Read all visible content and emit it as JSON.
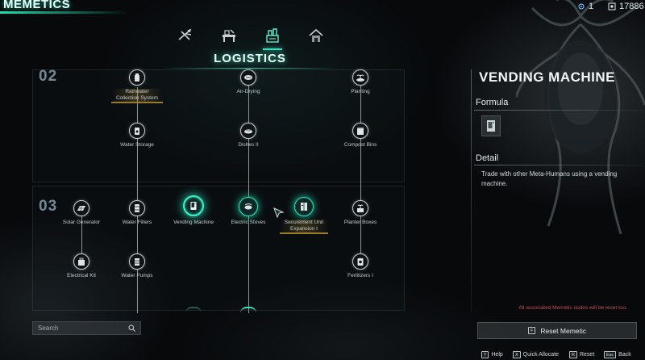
{
  "app_title": "MEMETICS",
  "currencies": [
    {
      "icon": "blueprint-point-icon",
      "value": "1"
    },
    {
      "icon": "memetic-point-icon",
      "value": "17886"
    }
  ],
  "category_tabs": [
    {
      "name": "survival",
      "icon": "crossbow-icon",
      "active": false
    },
    {
      "name": "production",
      "icon": "workbench-icon",
      "active": false
    },
    {
      "name": "logistics",
      "icon": "logistics-icon",
      "active": true
    },
    {
      "name": "construction",
      "icon": "house-icon",
      "active": false
    }
  ],
  "category_title": "LOGISTICS",
  "tiers": [
    {
      "label": "02"
    },
    {
      "label": "03"
    }
  ],
  "nodes": {
    "rainwater": "Rainwater\nCollection System",
    "air_drying": "Air-Drying",
    "planting": "Planting",
    "water_storage": "Water Storage",
    "dishes_ii": "Dishes II",
    "compost_bins": "Compost Bins",
    "solar_generator": "Solar Generator",
    "water_filters": "Water Filters",
    "vending_machine": "Vending Machine",
    "electric_stoves": "Electric Stoves",
    "securement_unit": "Securement Unit\nExpansion I",
    "planter_boxes": "Planter Boxes",
    "electrical_kit": "Electrical Kit",
    "water_pumps": "Water Pumps",
    "fertilizers_i": "Fertilizers I"
  },
  "search": {
    "placeholder": "Search"
  },
  "detail": {
    "title": "VENDING MACHINE",
    "formula_label": "Formula",
    "detail_label": "Detail",
    "description": "Trade with other Meta-Humans using a vending machine.",
    "warning": "All associated Memetic nodes will be reset too.",
    "reset_key": "F",
    "reset_label": "Reset Memetic"
  },
  "footer_hints": [
    {
      "key": "T",
      "label": "Help"
    },
    {
      "key": "X",
      "label": "Quick Allocate"
    },
    {
      "key": "R",
      "label": "Reset"
    },
    {
      "key": "Esc",
      "label": "Back"
    }
  ],
  "colors": {
    "accent": "#2ad8b2",
    "warning": "#c24a5a",
    "tier_label": "#6f8a96"
  }
}
